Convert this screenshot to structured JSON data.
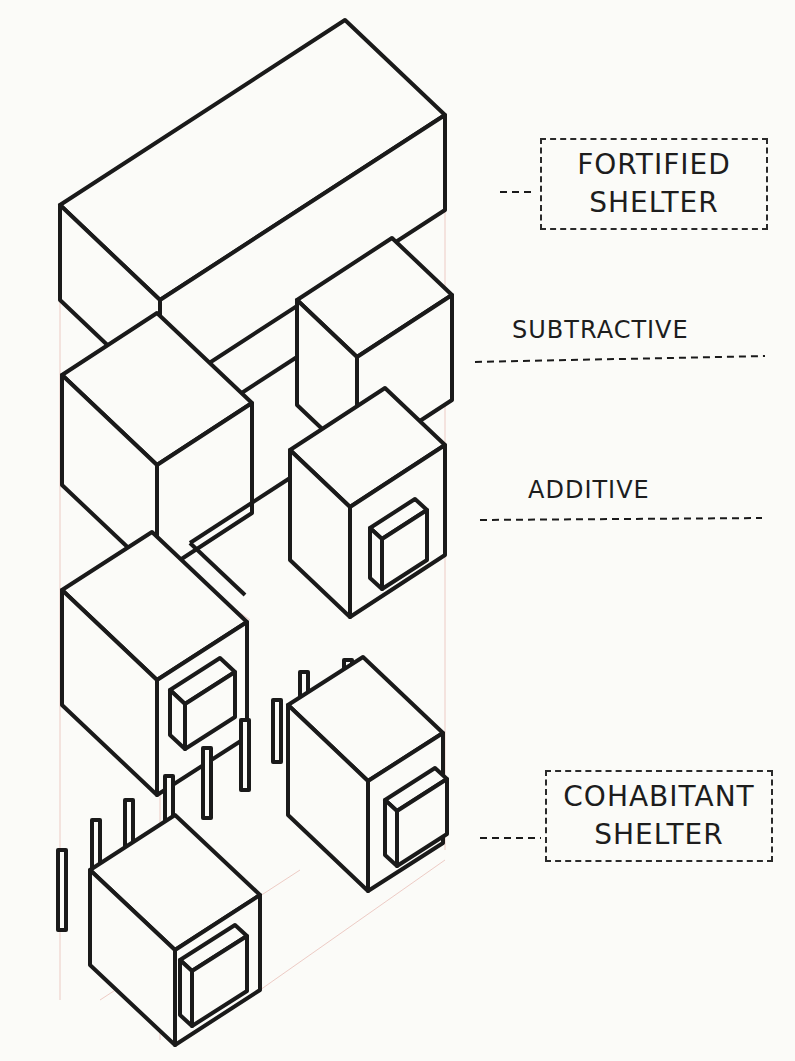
{
  "diagram": {
    "nodes": [
      {
        "text": [
          "FORTIFIED SHELTER"
        ]
      },
      {
        "text": [
          "COHABITANT SHELTER"
        ]
      }
    ],
    "labels": [
      "SUBTRACTIVE",
      "ADDITIVE"
    ]
  }
}
